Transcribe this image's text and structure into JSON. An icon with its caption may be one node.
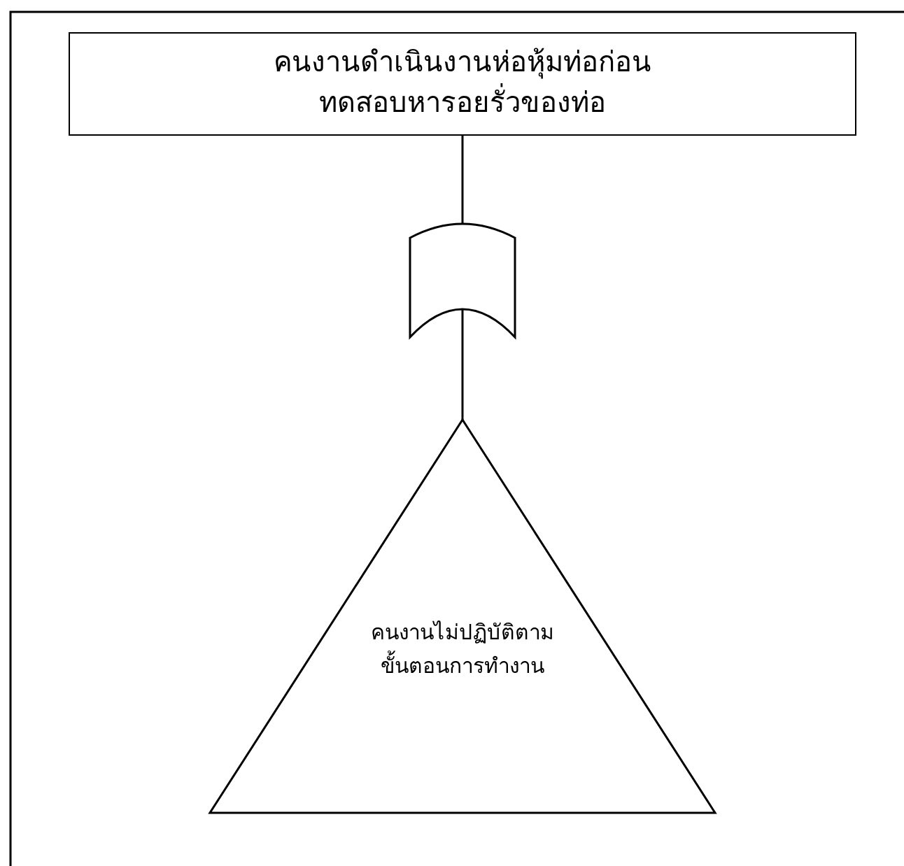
{
  "diagram": {
    "nodes": [
      {
        "text": [
          "คนงานดำเนินงานห่อหุ้มท่อก่อนทดสอบหารอยรั่วของท่อ"
        ]
      },
      {
        "text": [],
        "shape": "gate"
      },
      {
        "text": [
          "คนงานไม่ปฏิบัติตามขั้นตอนการทำงาน"
        ]
      }
    ],
    "edges": [
      {
        "from": 0,
        "to": 1,
        "arrow": "none"
      },
      {
        "from": 1,
        "to": 2,
        "arrow": "none"
      }
    ]
  }
}
